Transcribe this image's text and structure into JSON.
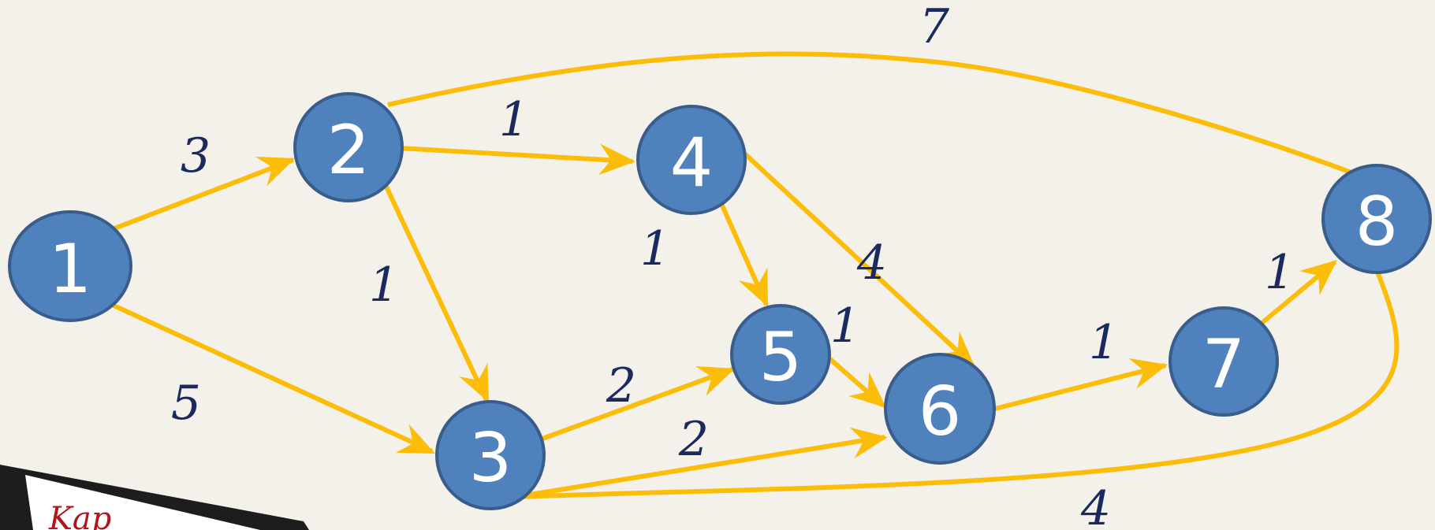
{
  "nodes": [
    {
      "id": "1",
      "label": "1"
    },
    {
      "id": "2",
      "label": "2"
    },
    {
      "id": "3",
      "label": "3"
    },
    {
      "id": "4",
      "label": "4"
    },
    {
      "id": "5",
      "label": "5"
    },
    {
      "id": "6",
      "label": "6"
    },
    {
      "id": "7",
      "label": "7"
    },
    {
      "id": "8",
      "label": "8"
    }
  ],
  "edges": [
    {
      "from": "1",
      "to": "2",
      "weight": "3"
    },
    {
      "from": "1",
      "to": "3",
      "weight": "5"
    },
    {
      "from": "2",
      "to": "4",
      "weight": "1"
    },
    {
      "from": "2",
      "to": "3",
      "weight": "1"
    },
    {
      "from": "8",
      "to": "2",
      "weight": "7"
    },
    {
      "from": "4",
      "to": "5",
      "weight": "1"
    },
    {
      "from": "4",
      "to": "6",
      "weight": "4"
    },
    {
      "from": "3",
      "to": "5",
      "weight": "2"
    },
    {
      "from": "3",
      "to": "6",
      "weight": "2"
    },
    {
      "from": "5",
      "to": "6",
      "weight": "1"
    },
    {
      "from": "6",
      "to": "7",
      "weight": "1"
    },
    {
      "from": "7",
      "to": "8",
      "weight": "1"
    },
    {
      "from": "8",
      "to": "3",
      "weight": "4"
    }
  ],
  "colors": {
    "background": "#f4f0ea",
    "node_fill": "#4f81bd",
    "node_border": "#385d8a",
    "edge": "#fbbd08",
    "weight_text": "#1b2a5e"
  },
  "corner_sign": {
    "text": "Kap"
  }
}
